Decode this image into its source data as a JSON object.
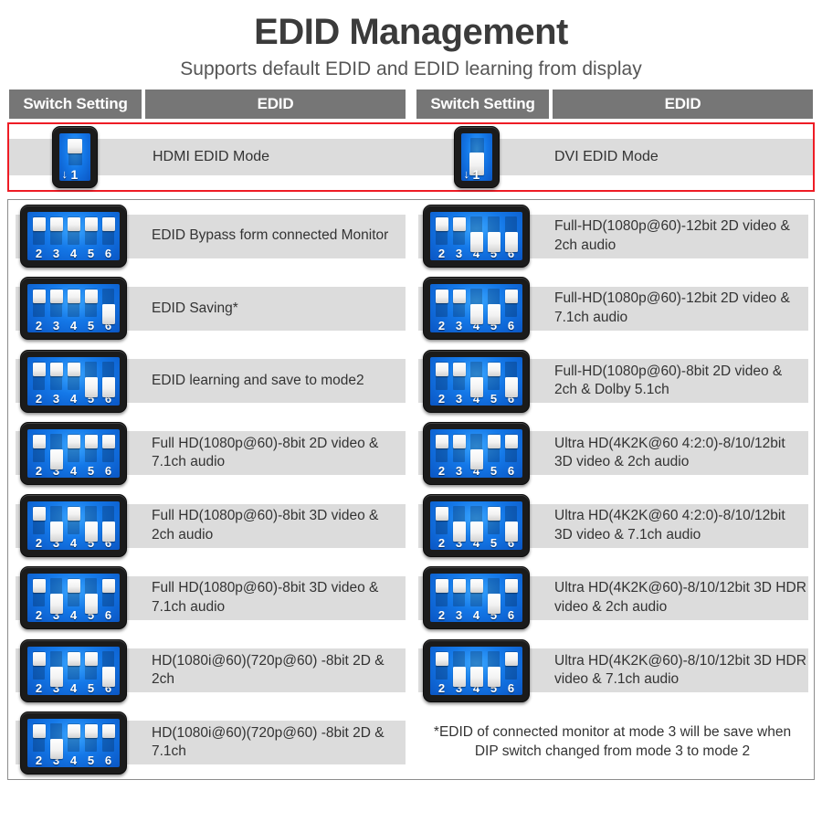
{
  "header": {
    "title": "EDID Management",
    "subtitle": "Supports default EDID and EDID learning from display",
    "columns": [
      "Switch Setting",
      "EDID",
      "Switch Setting",
      "EDID"
    ]
  },
  "mode_row": {
    "left": {
      "label": "HDMI EDID Mode",
      "switch_number": "1",
      "arrow": "↓",
      "position": "up"
    },
    "right": {
      "label": "DVI EDID Mode",
      "switch_number": "1",
      "arrow": "↓",
      "position": "down"
    }
  },
  "switch_numbers": [
    "2",
    "3",
    "4",
    "5",
    "6"
  ],
  "left_rows": [
    {
      "label": "EDID Bypass form connected Monitor",
      "switches": [
        "up",
        "up",
        "up",
        "up",
        "up"
      ]
    },
    {
      "label": "EDID Saving*",
      "switches": [
        "up",
        "up",
        "up",
        "up",
        "down"
      ]
    },
    {
      "label": "EDID learning and save to mode2",
      "switches": [
        "up",
        "up",
        "up",
        "down",
        "down"
      ]
    },
    {
      "label": "Full HD(1080p@60)-8bit 2D video & 7.1ch audio",
      "switches": [
        "up",
        "down",
        "up",
        "up",
        "up"
      ]
    },
    {
      "label": "Full HD(1080p@60)-8bit 3D video & 2ch audio",
      "switches": [
        "up",
        "down",
        "up",
        "down",
        "down"
      ]
    },
    {
      "label": "Full HD(1080p@60)-8bit 3D video & 7.1ch audio",
      "switches": [
        "up",
        "down",
        "up",
        "down",
        "up"
      ]
    },
    {
      "label": "HD(1080i@60)(720p@60) -8bit 2D & 2ch",
      "switches": [
        "up",
        "down",
        "up",
        "up",
        "down"
      ]
    },
    {
      "label": "HD(1080i@60)(720p@60) -8bit 2D & 7.1ch",
      "switches": [
        "up",
        "down",
        "up",
        "up",
        "up"
      ]
    }
  ],
  "right_rows": [
    {
      "label": "Full-HD(1080p@60)-12bit 2D video & 2ch audio",
      "switches": [
        "up",
        "up",
        "down",
        "down",
        "down"
      ]
    },
    {
      "label": "Full-HD(1080p@60)-12bit 2D video & 7.1ch audio",
      "switches": [
        "up",
        "up",
        "down",
        "down",
        "up"
      ]
    },
    {
      "label": "Full-HD(1080p@60)-8bit 2D video & 2ch & Dolby 5.1ch",
      "switches": [
        "up",
        "up",
        "down",
        "up",
        "down"
      ]
    },
    {
      "label": "Ultra HD(4K2K@60 4:2:0)-8/10/12bit 3D video & 2ch audio",
      "switches": [
        "up",
        "up",
        "down",
        "up",
        "up"
      ]
    },
    {
      "label": "Ultra HD(4K2K@60 4:2:0)-8/10/12bit 3D video & 7.1ch audio",
      "switches": [
        "up",
        "down",
        "down",
        "up",
        "down"
      ]
    },
    {
      "label": "Ultra HD(4K2K@60)-8/10/12bit 3D HDR video & 2ch audio",
      "switches": [
        "up",
        "up",
        "up",
        "down",
        "up"
      ]
    },
    {
      "label": "Ultra HD(4K2K@60)-8/10/12bit 3D HDR video & 7.1ch audio",
      "switches": [
        "up",
        "down",
        "down",
        "down",
        "up"
      ]
    }
  ],
  "footnote": "*EDID of connected monitor at mode 3 will be save when DIP switch changed from mode 3 to mode 2",
  "colors": {
    "header_bg": "#767676",
    "highlight_border": "#ee1c25",
    "band": "#dcdcdc",
    "switch_blue": "#1478e8",
    "text": "#333333"
  }
}
